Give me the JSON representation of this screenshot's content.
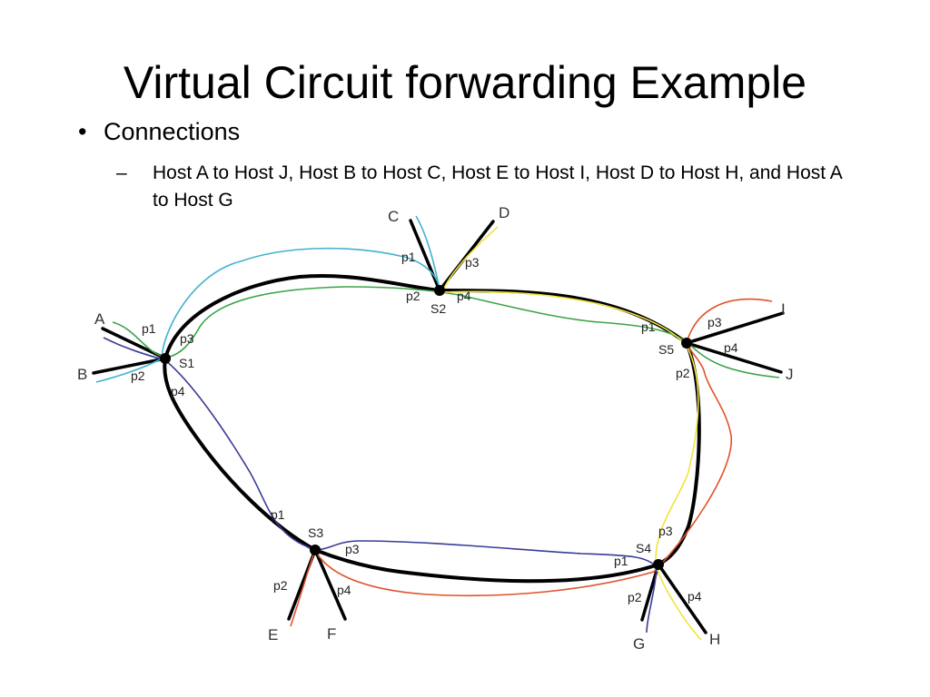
{
  "slide": {
    "title": "Virtual Circuit forwarding Example",
    "bullet_glyph": "•",
    "bullet": "Connections",
    "sub_glyph": "–",
    "sub_bullet": "Host A to Host J, Host B to Host C, Host E to Host I, Host D to Host H, and Host A to Host G"
  },
  "diagram": {
    "switches": [
      "S1",
      "S2",
      "S3",
      "S4",
      "S5"
    ],
    "hosts": [
      "A",
      "B",
      "C",
      "D",
      "E",
      "F",
      "G",
      "H",
      "I",
      "J"
    ],
    "ports": [
      "p1",
      "p2",
      "p3",
      "p4"
    ],
    "circuit_colors": {
      "cyan": "#3fb3cf",
      "green": "#3aa548",
      "yellow": "#f0e43a",
      "red": "#e0522a",
      "blue": "#3a3a9a"
    }
  }
}
